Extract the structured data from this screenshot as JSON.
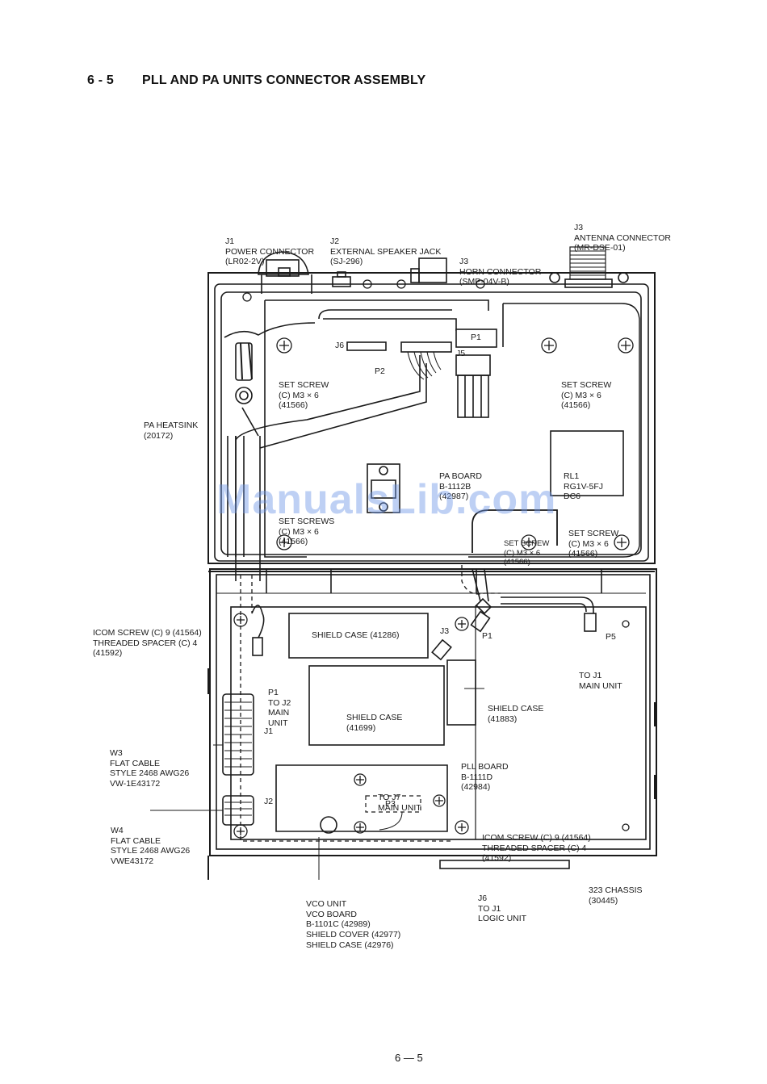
{
  "heading": {
    "number": "6 - 5",
    "title": "PLL AND PA UNITS CONNECTOR ASSEMBLY"
  },
  "labels": {
    "j1_power": [
      "J1",
      "POWER CONNECTOR",
      "(LR02-2V)"
    ],
    "j2_speaker": [
      "J2",
      "EXTERNAL SPEAKER JACK",
      "(SJ-296)"
    ],
    "j3_antenna": [
      "J3",
      "ANTENNA CONNECTOR",
      "(MR-DSE-01)"
    ],
    "j3_horn": [
      "J3",
      "HORN CONNECTOR",
      "(SMP-04V-B)"
    ],
    "j6": [
      "J6"
    ],
    "p2": [
      "P2"
    ],
    "p1_top": [
      "P1"
    ],
    "j5": [
      "J5"
    ],
    "set_screw_left": [
      "SET SCREW",
      "(C) M3 × 6",
      "(41566)"
    ],
    "set_screw_right": [
      "SET SCREW",
      "(C) M3 × 6",
      "(41566)"
    ],
    "pa_heatsink": [
      "PA HEATSINK",
      "(20172)"
    ],
    "pa_board": [
      "PA BOARD",
      "B-1112B",
      "(42987)"
    ],
    "rl1": [
      "RL1",
      "RG1V-5FJ",
      "DC6"
    ],
    "set_screw_mid": [
      "SET SCREWS",
      "(C) M3 × 6",
      "(41566)"
    ],
    "set_screw_center": [
      "SET SCREW",
      "(C) M3 × 6",
      "(41566)"
    ],
    "set_screw_far_right": [
      "SET SCREW",
      "(C) M3 × 6",
      "(41566)"
    ],
    "icom_screw_left": [
      "ICOM SCREW (C) 9 (41564)",
      "THREADED SPACER (C) 4",
      "(41592)"
    ],
    "shield_case_41286": [
      "SHIELD CASE (41286)"
    ],
    "j3_pll": [
      "J3"
    ],
    "p1_pll": [
      "P1"
    ],
    "p5": [
      "P5"
    ],
    "to_j1_main": [
      "TO J1",
      "MAIN UNIT"
    ],
    "p1_to_j2": [
      "P1",
      "TO J2",
      "MAIN",
      "UNIT"
    ],
    "shield_case_41699": [
      "SHIELD CASE",
      "(41699)"
    ],
    "shield_case_41883": [
      "SHIELD CASE",
      "(41883)"
    ],
    "w3": [
      "W3",
      "FLAT CABLE",
      "STYLE 2468 AWG26",
      "VW-1E43172"
    ],
    "j1_pll": [
      "J1"
    ],
    "pll_board": [
      "PLL BOARD",
      "B-1111D",
      "(42984)"
    ],
    "to_j7": [
      "TO J7",
      "MAIN UNIT"
    ],
    "p3": [
      "P3"
    ],
    "w4": [
      "W4",
      "FLAT CABLE",
      "STYLE 2468 AWG26",
      "VWE43172"
    ],
    "j2_pll": [
      "J2"
    ],
    "icom_screw_right": [
      "ICOM SCREW (C) 9 (41564)",
      "THREADED SPACER (C) 4",
      "(41592)"
    ],
    "chassis": [
      "323 CHASSIS",
      "(30445)"
    ],
    "j6_logic": [
      "J6",
      "TO J1",
      "LOGIC UNIT"
    ],
    "vco_unit": [
      "VCO UNIT",
      "VCO BOARD",
      "B-1101C (42989)",
      "SHIELD COVER (42977)",
      "SHIELD CASE (42976)"
    ]
  },
  "watermark": "ManualsLib.com",
  "page_number": "6 — 5"
}
